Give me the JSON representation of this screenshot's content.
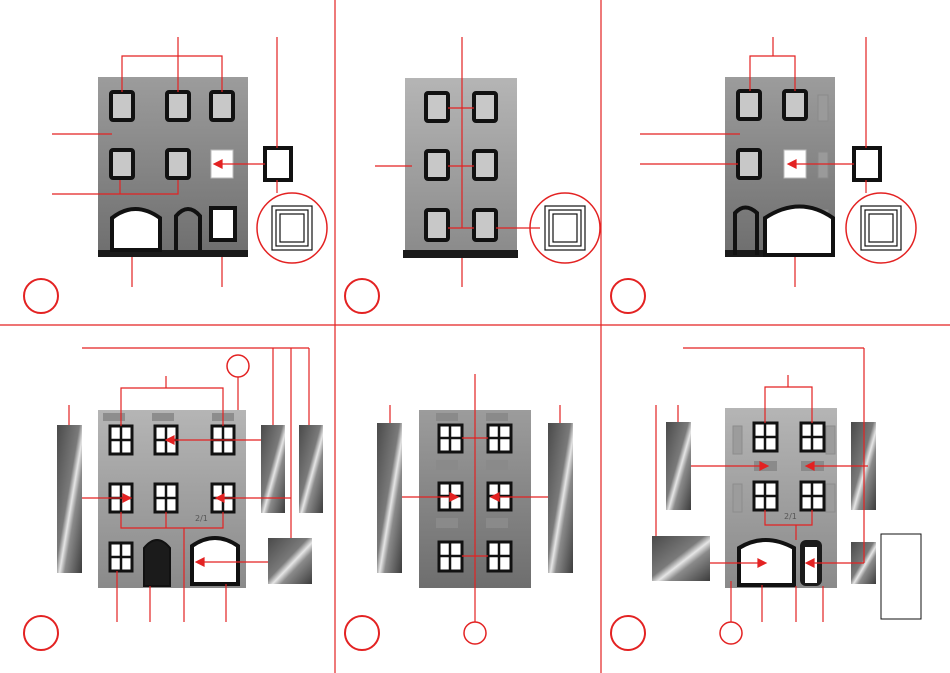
{
  "title": "",
  "colors": {
    "accent": "#e32222",
    "wall_light": "#a9a9a9",
    "wall_dark": "#7d7d7d",
    "frame": "#111111",
    "glass_open": "#ffffff",
    "background": "#ffffff"
  },
  "steps": [
    {
      "id": 1,
      "label": ""
    },
    {
      "id": 2,
      "label": ""
    },
    {
      "id": 3,
      "label": ""
    },
    {
      "id": 4,
      "label": ""
    },
    {
      "id": 5,
      "label": ""
    },
    {
      "id": 6,
      "label": ""
    }
  ],
  "plaque_text": "2/1",
  "icons": [
    "step-number-circle",
    "window-frame-part",
    "facade-panel",
    "detail-magnifier"
  ]
}
